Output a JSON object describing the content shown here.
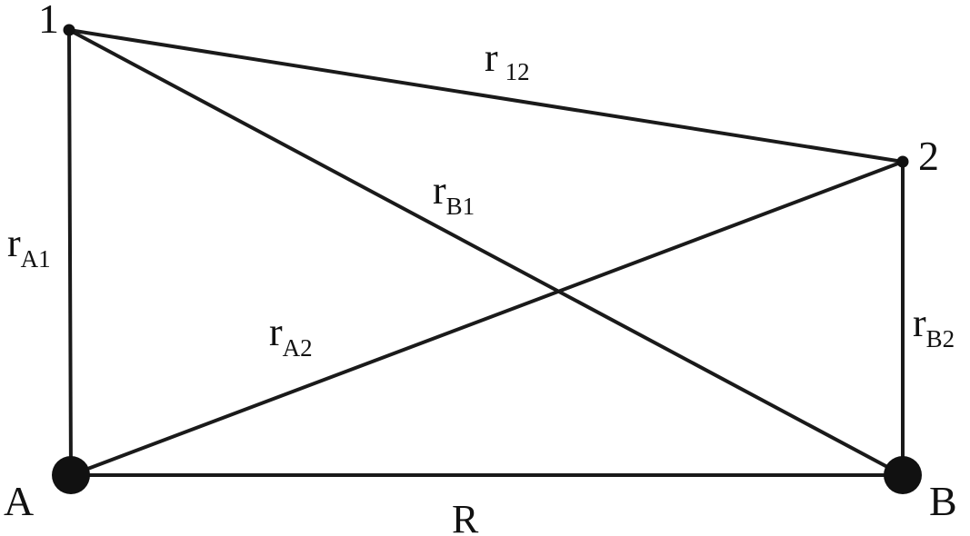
{
  "nodes": {
    "A": {
      "label": "A",
      "kind": "nucleus"
    },
    "B": {
      "label": "B",
      "kind": "nucleus"
    },
    "e1": {
      "label": "1",
      "kind": "electron"
    },
    "e2": {
      "label": "2",
      "kind": "electron"
    }
  },
  "edges": [
    {
      "id": "R",
      "from": "A",
      "to": "B",
      "symbol": "R",
      "subscript": ""
    },
    {
      "id": "rA1",
      "from": "A",
      "to": "e1",
      "symbol": "r",
      "subscript": "A1"
    },
    {
      "id": "rB2",
      "from": "B",
      "to": "e2",
      "symbol": "r",
      "subscript": "B2"
    },
    {
      "id": "r12",
      "from": "e1",
      "to": "e2",
      "symbol": "r",
      "subscript": "12"
    },
    {
      "id": "rB1",
      "from": "e1",
      "to": "B",
      "symbol": "r",
      "subscript": "B1"
    },
    {
      "id": "rA2",
      "from": "A",
      "to": "e2",
      "symbol": "r",
      "subscript": "A2"
    }
  ],
  "colors": {
    "stroke": "#1a1a1a",
    "fill": "#111111",
    "background": "#ffffff"
  }
}
